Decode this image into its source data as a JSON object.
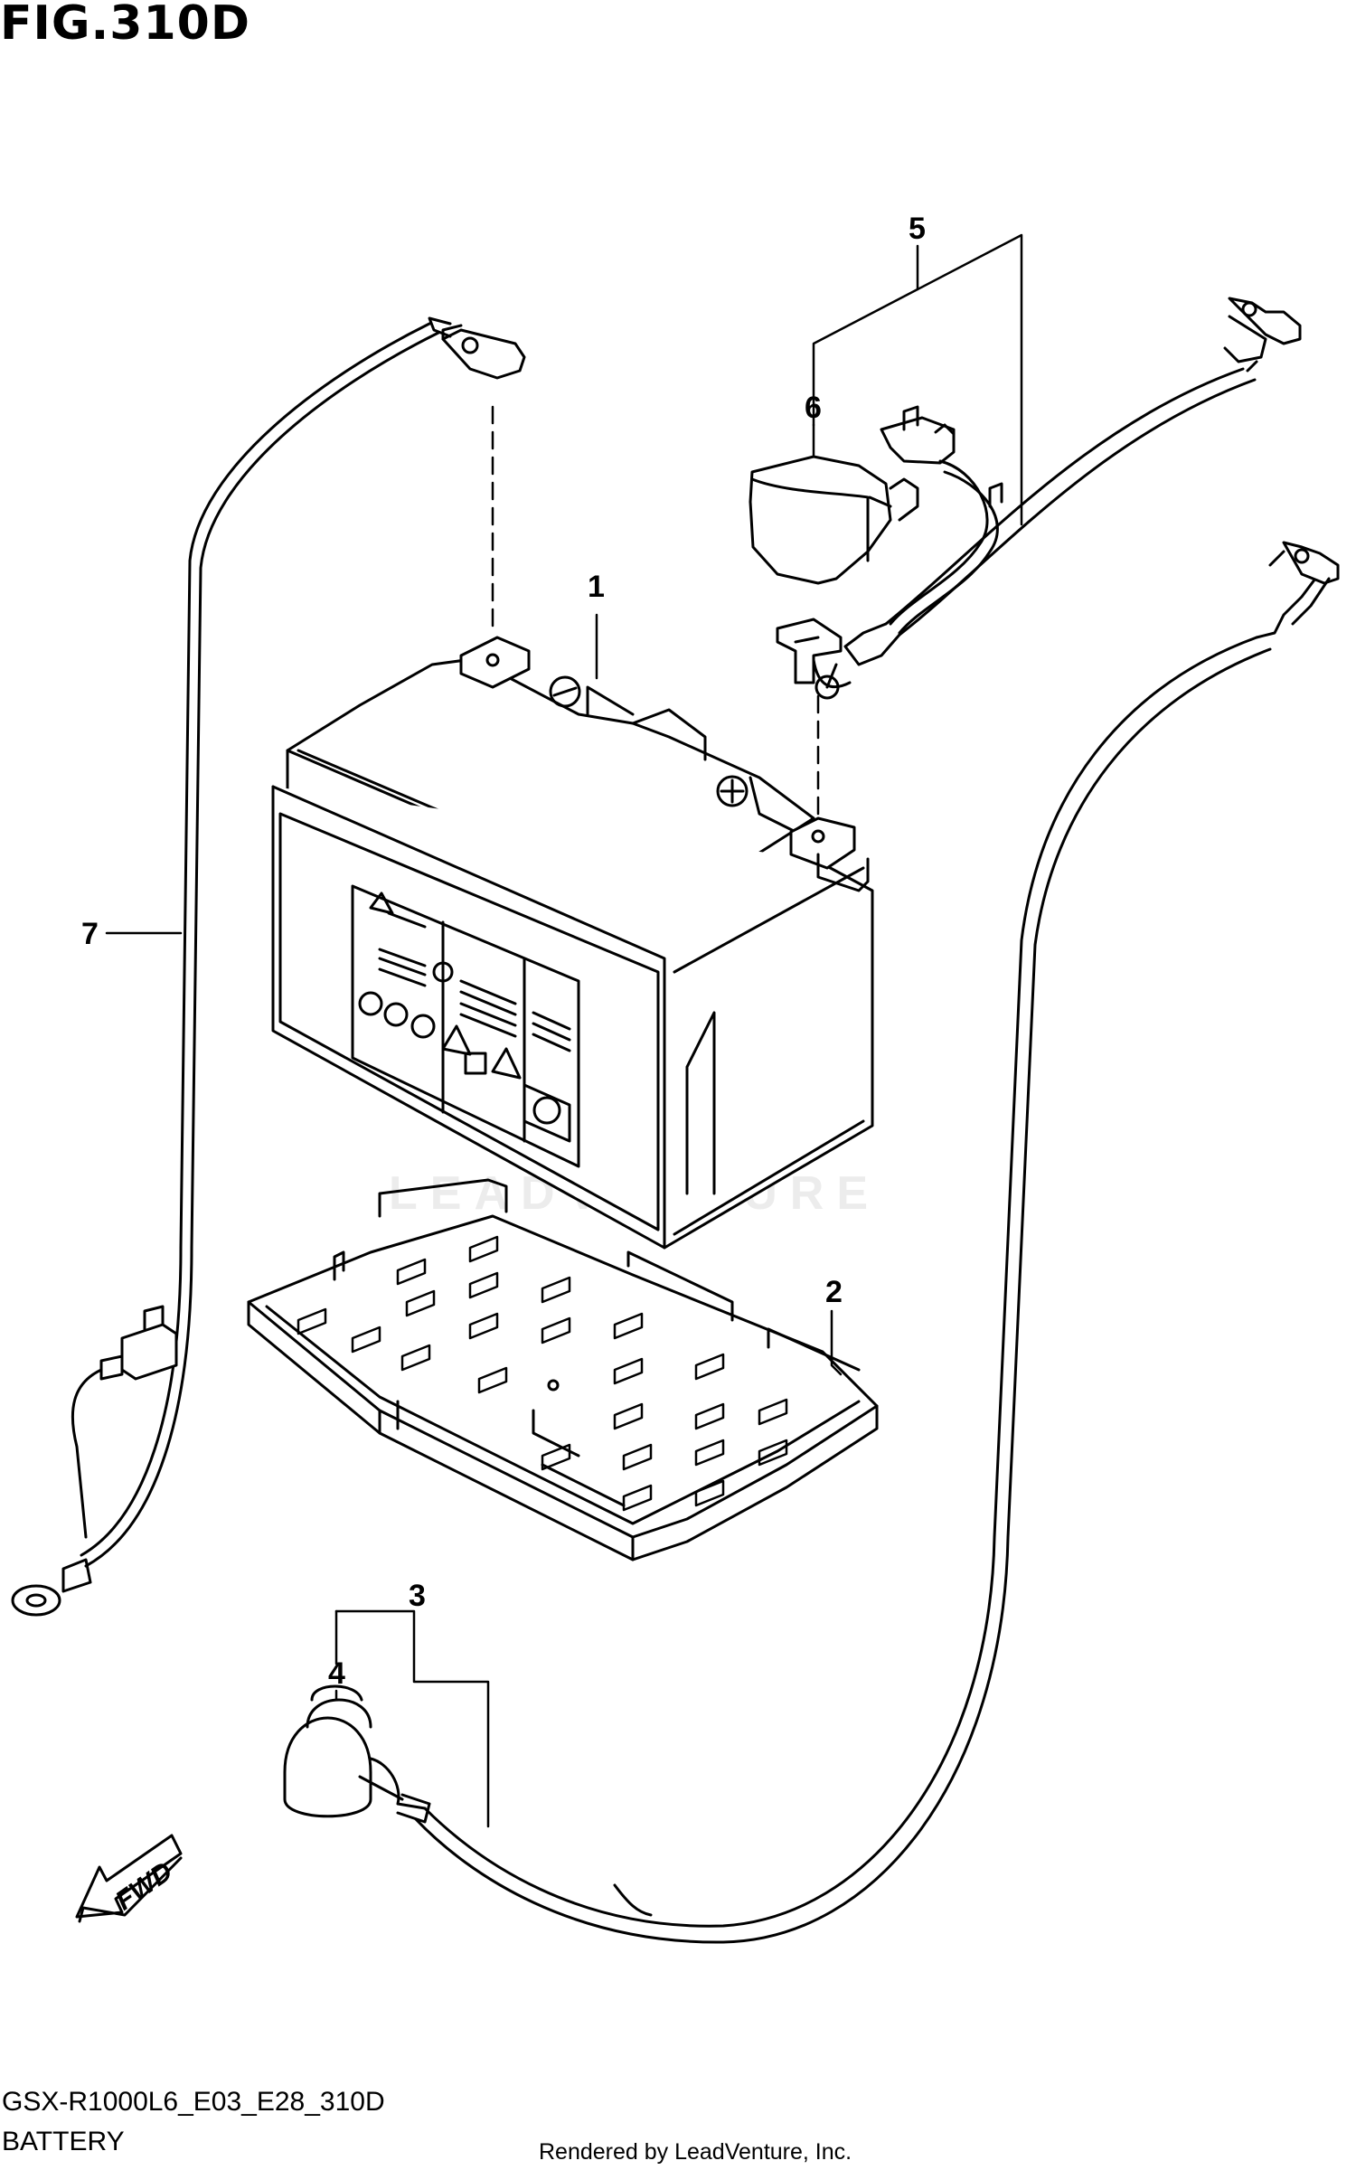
{
  "figure": {
    "title": "FIG.310D",
    "model_code": "GSX-R1000L6_E03_E28_310D",
    "section_name": "BATTERY",
    "watermark": "LEADVENTURE",
    "credit": "Rendered by LeadVenture, Inc.",
    "fwd_label": "FWD"
  },
  "callouts": [
    {
      "id": "1",
      "label": "1"
    },
    {
      "id": "2",
      "label": "2"
    },
    {
      "id": "3",
      "label": "3"
    },
    {
      "id": "4",
      "label": "4"
    },
    {
      "id": "5",
      "label": "5"
    },
    {
      "id": "6",
      "label": "6"
    },
    {
      "id": "7",
      "label": "7"
    }
  ],
  "parts": [
    {
      "ref": "1",
      "part": "battery"
    },
    {
      "ref": "2",
      "part": "battery-tray"
    },
    {
      "ref": "3",
      "part": "lead-wire-with-cap"
    },
    {
      "ref": "4",
      "part": "terminal-cap"
    },
    {
      "ref": "5",
      "part": "starter-cable-assembly"
    },
    {
      "ref": "6",
      "part": "terminal-cover"
    },
    {
      "ref": "7",
      "part": "ground-lead-wire"
    }
  ]
}
